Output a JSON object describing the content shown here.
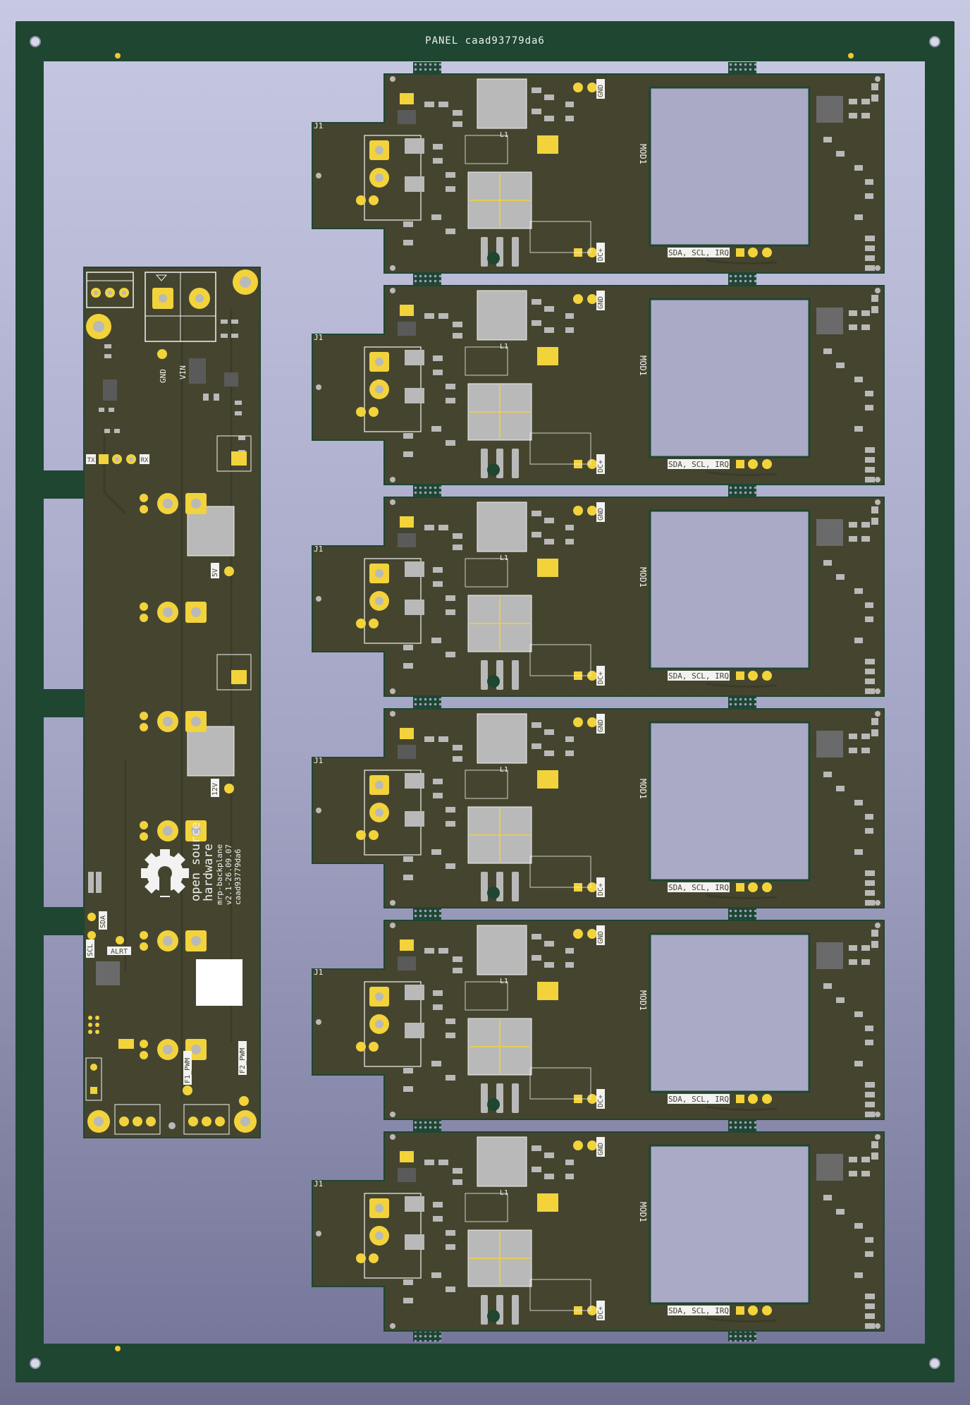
{
  "panel": {
    "label": "PANEL caad93779da6",
    "colors": {
      "frame": "#1e4631",
      "board": "#45452f",
      "copper": "#f2d33b",
      "silk": "#f2f2f2",
      "pad": "#b9b9b9"
    }
  },
  "backplane": {
    "silk_gnd": "GND",
    "silk_vin": "VIN",
    "silk_tx": "TX",
    "silk_rx": "RX",
    "silk_5v": "5V",
    "silk_12v": "12V",
    "silk_scl": "SCL",
    "silk_sda": "SDA",
    "silk_alrt": "ALRT",
    "silk_f1": "F1_PWM",
    "silk_f2": "F2_PWM",
    "logo_text_1": "open source",
    "logo_text_2": "hardware",
    "board_name": "mrp-backplane",
    "version": "v2.1-26.09.07",
    "hash": "caad93779da6",
    "logo_icon": "oshw-gear-icon"
  },
  "modules": {
    "count": 6,
    "silk_j1": "J1",
    "silk_mod": "MOD1",
    "silk_gnd": "GND",
    "silk_dc": "DC+",
    "silk_l1": "L1",
    "silk_bus": "SDA, SCL, IRQ"
  }
}
